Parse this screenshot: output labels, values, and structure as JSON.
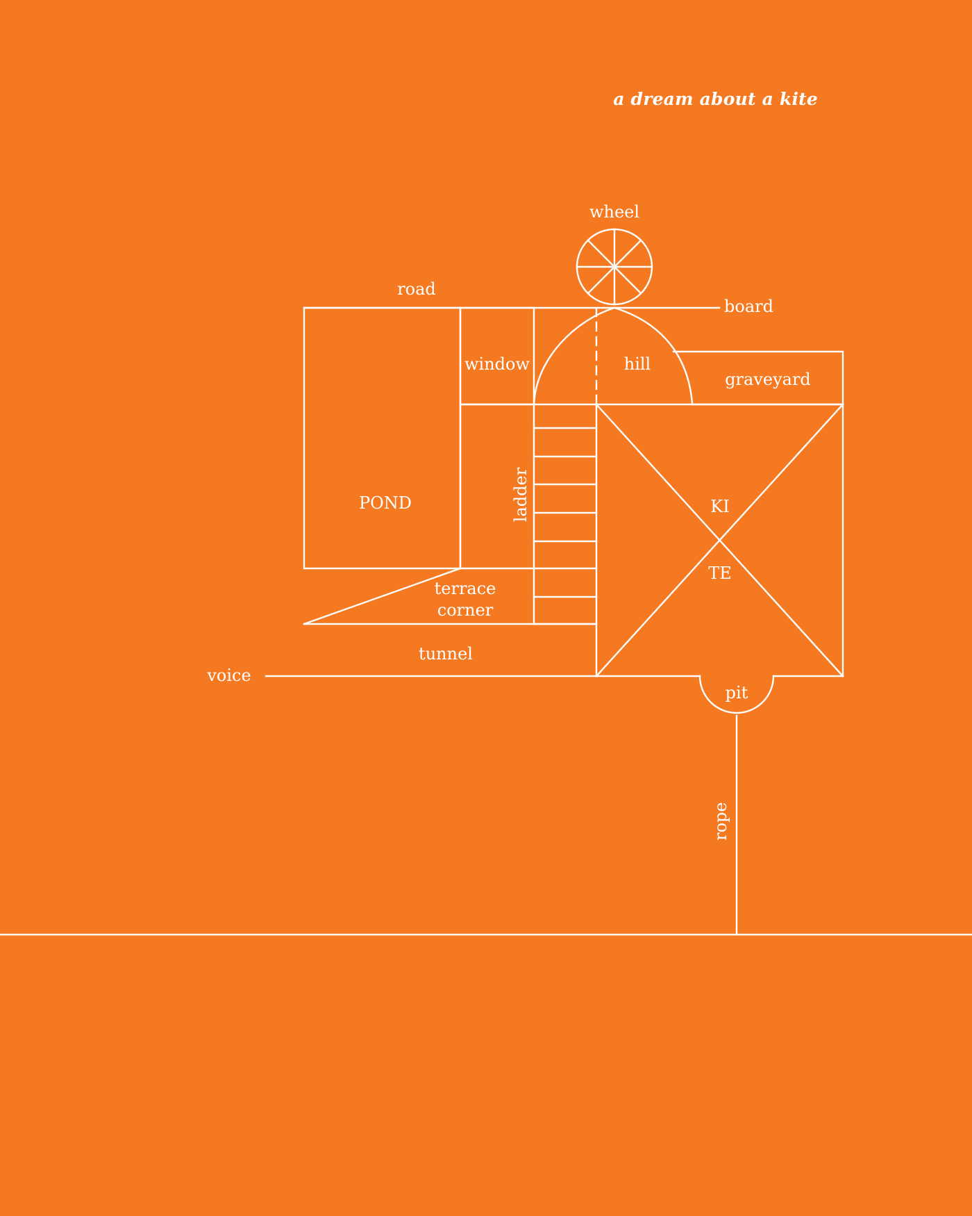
{
  "title": "a dream about a kite",
  "colors": {
    "background": "#F47920",
    "ink": "#FFFFFF"
  },
  "labels": {
    "wheel": "wheel",
    "road": "road",
    "board": "board",
    "window": "window",
    "hill": "hill",
    "graveyard": "graveyard",
    "pond": "POND",
    "ladder": "ladder",
    "kite_top": "KI",
    "kite_bottom": "TE",
    "terrace_line1": "terrace",
    "terrace_line2": "corner",
    "tunnel": "tunnel",
    "voice": "voice",
    "pit": "pit",
    "rope": "rope"
  }
}
